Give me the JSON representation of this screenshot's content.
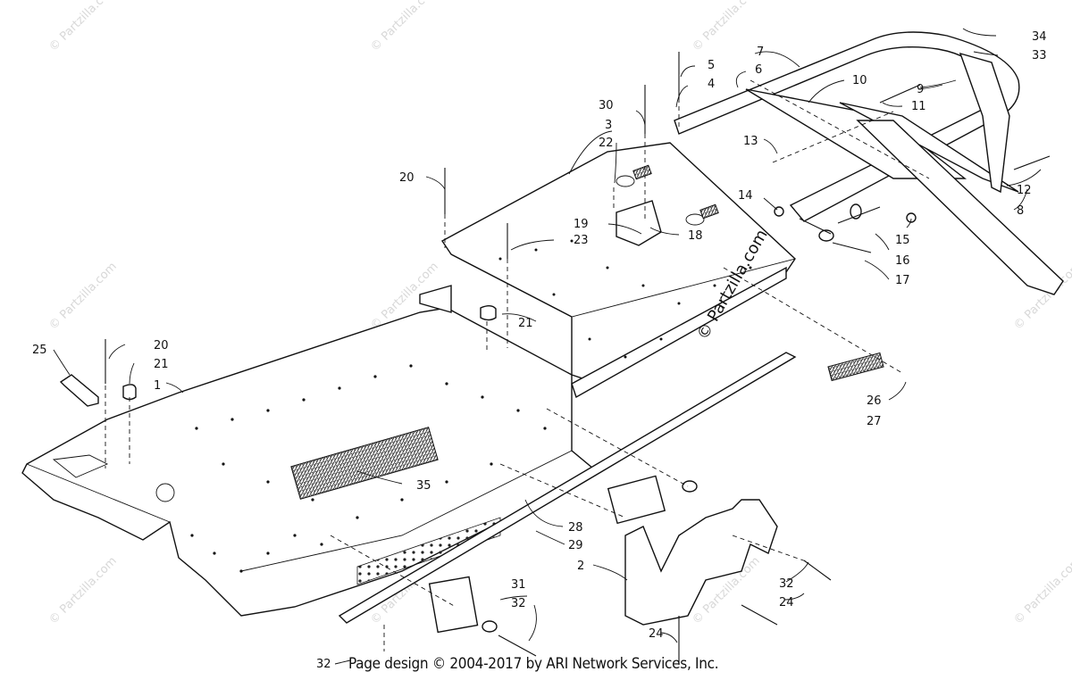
{
  "watermark": "© Partzilla.com",
  "watermark_center": "© Partzilla.com",
  "footer": "Page design © 2004-2017 by ARI Network Services, Inc.",
  "callouts": {
    "c1": "1",
    "c2": "2",
    "c3": "3",
    "c4": "4",
    "c5": "5",
    "c6": "6",
    "c7": "7",
    "c8": "8",
    "c9": "9",
    "c10": "10",
    "c11": "11",
    "c12": "12",
    "c13": "13",
    "c14": "14",
    "c15": "15",
    "c16": "16",
    "c17": "17",
    "c18": "18",
    "c19": "19",
    "c20a": "20",
    "c20b": "20",
    "c21a": "21",
    "c21b": "21",
    "c22": "22",
    "c23": "23",
    "c24a": "24",
    "c24b": "24",
    "c25": "25",
    "c26": "26",
    "c27": "27",
    "c28": "28",
    "c29": "29",
    "c30": "30",
    "c31": "31",
    "c32a": "32",
    "c32b": "32",
    "c32c": "32",
    "c33": "33",
    "c34": "34",
    "c35": "35"
  }
}
